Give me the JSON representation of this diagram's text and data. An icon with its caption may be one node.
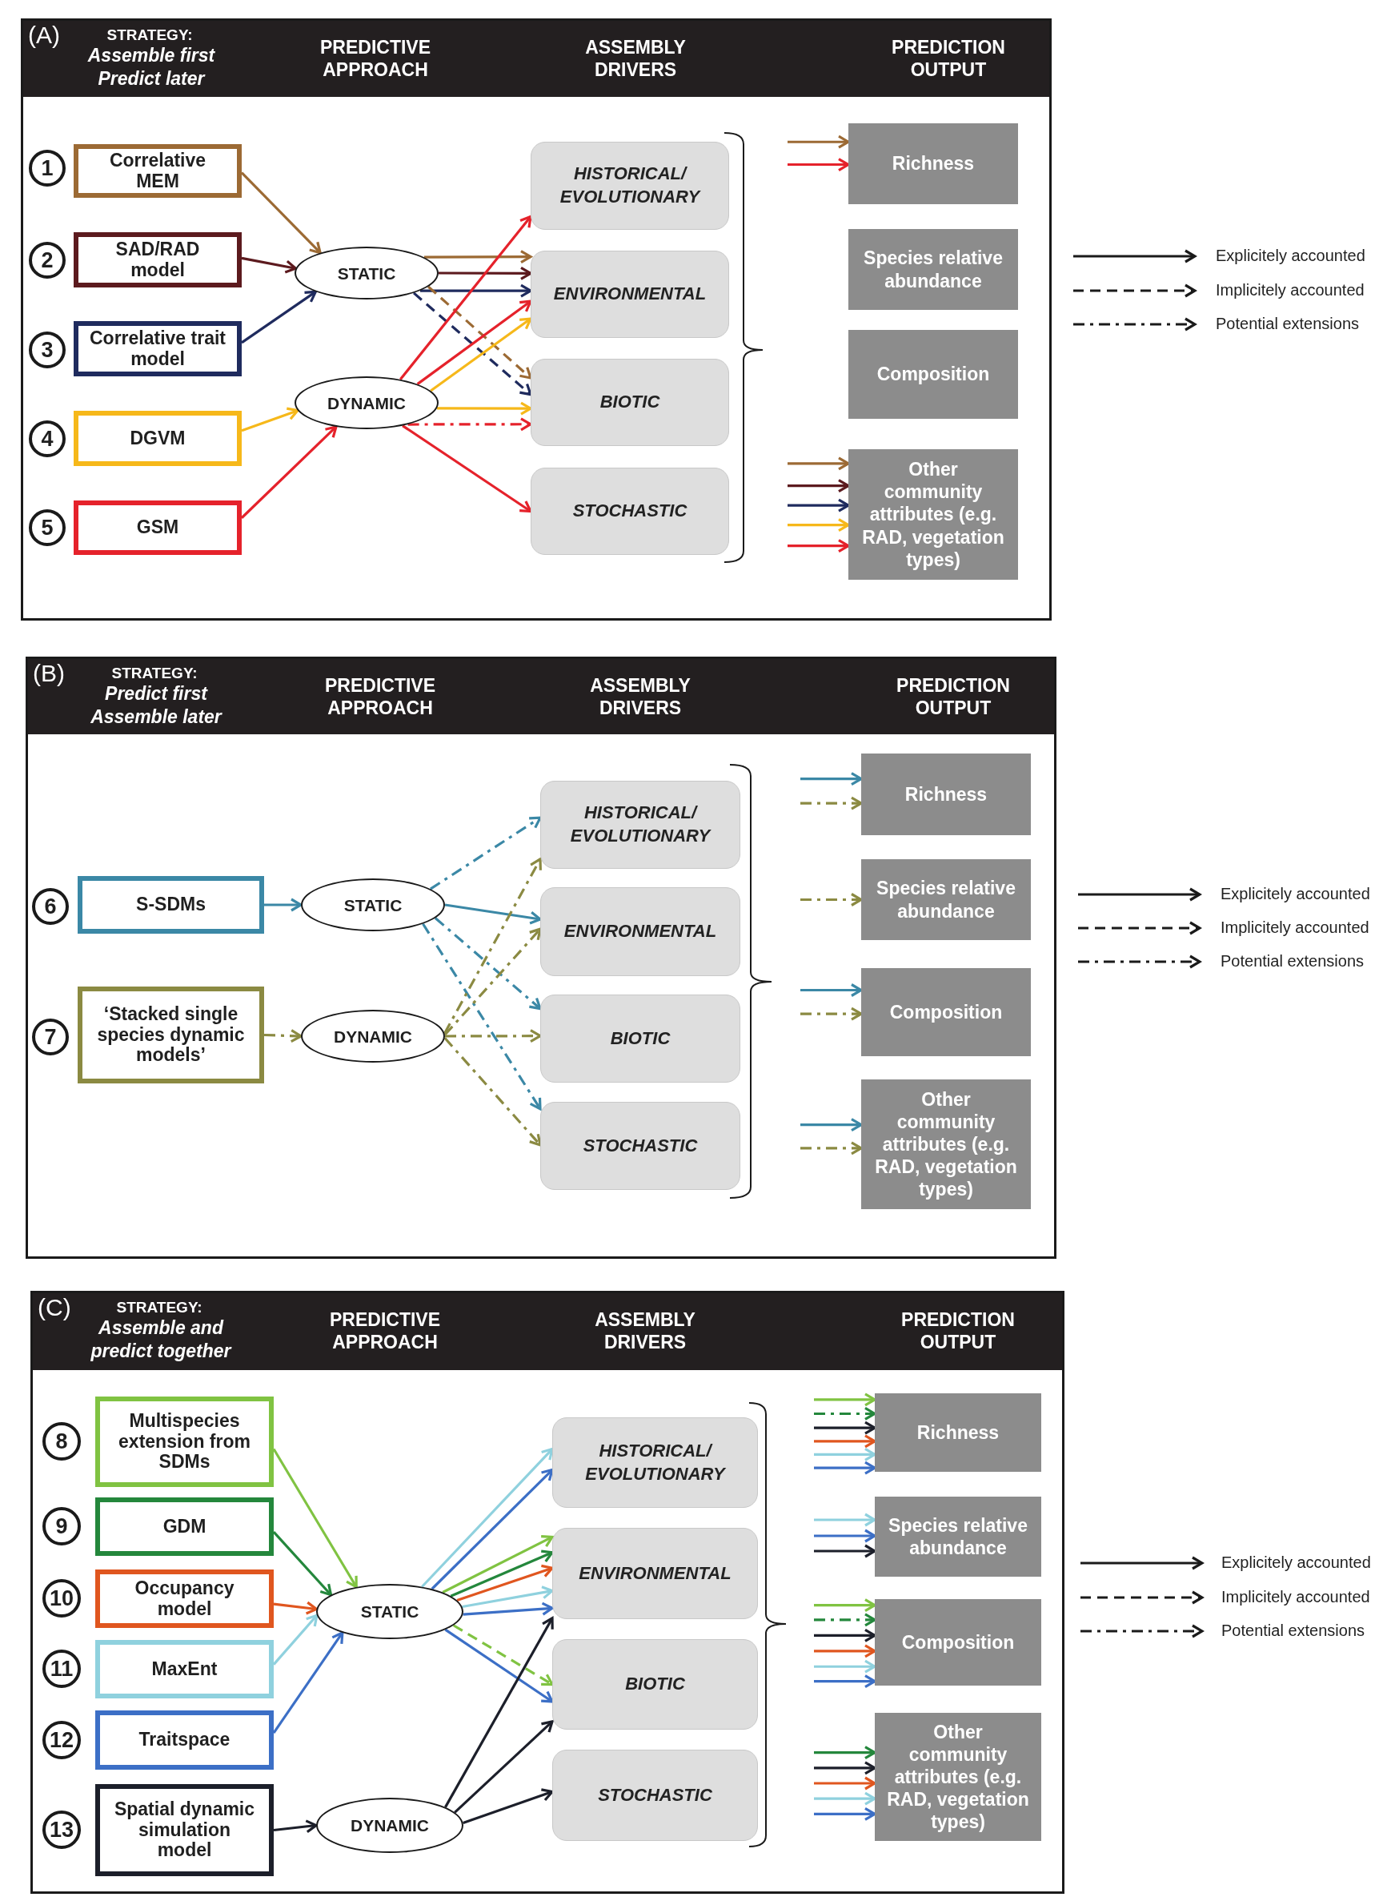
{
  "diagram": {
    "nodes": [
      {
        "text": [],
        "shape": "box"
      },
      {
        "text": [
          "(A)",
          "STRATEGY:",
          "Assemble first Predict later",
          "PREDICTIVE APPROACH",
          "ASSEMBLY DRIVERS",
          "PREDICTION OUTPUT"
        ],
        "in": 0
      },
      {
        "text": [
          "1"
        ],
        "in": 0
      },
      {
        "text": [
          "Correlative MEM"
        ],
        "in": 0
      },
      {
        "text": [
          "2"
        ],
        "in": 0
      },
      {
        "text": [
          "SAD/RAD model"
        ],
        "in": 0
      },
      {
        "text": [
          "3"
        ],
        "in": 0
      },
      {
        "text": [
          "Correlative trait model"
        ],
        "in": 0
      },
      {
        "text": [
          "4"
        ],
        "in": 0
      },
      {
        "text": [
          "DGVM"
        ],
        "in": 0
      },
      {
        "text": [
          "5"
        ],
        "in": 0
      },
      {
        "text": [
          "GSM"
        ],
        "in": 0
      },
      {
        "text": [
          "STATIC"
        ],
        "in": 0
      },
      {
        "text": [
          "DYNAMIC"
        ],
        "in": 0
      },
      {
        "text": [
          "HISTORICAL/ EVOLUTIONARY"
        ],
        "in": 0
      },
      {
        "text": [
          "ENVIRONMENTAL"
        ],
        "in": 0
      },
      {
        "text": [
          "BIOTIC"
        ],
        "in": 0
      },
      {
        "text": [
          "STOCHASTIC"
        ],
        "in": 0
      },
      {
        "text": [
          "Richness"
        ],
        "in": 0
      },
      {
        "text": [
          "Species relative abundance"
        ],
        "in": 0
      },
      {
        "text": [
          "Composition"
        ],
        "in": 0
      },
      {
        "text": [
          "Other community attributes (e.g. RAD, vegetation types)"
        ],
        "in": 0
      },
      {
        "text": [],
        "shape": "box"
      },
      {
        "text": [
          "(B)",
          "STRATEGY:",
          "Predict first Assemble later",
          "PREDICTIVE APPROACH",
          "ASSEMBLY DRIVERS",
          "PREDICTION OUTPUT"
        ],
        "in": 22
      },
      {
        "text": [
          "6"
        ],
        "in": 22
      },
      {
        "text": [
          "S-SDMs"
        ],
        "in": 22
      },
      {
        "text": [
          "7"
        ],
        "in": 22
      },
      {
        "text": [
          "‘Stacked single species dynamic models’"
        ],
        "in": 22
      },
      {
        "text": [
          "STATIC"
        ],
        "in": 22
      },
      {
        "text": [
          "DYNAMIC"
        ],
        "in": 22
      },
      {
        "text": [
          "HISTORICAL/ EVOLUTIONARY"
        ],
        "in": 22
      },
      {
        "text": [
          "ENVIRONMENTAL"
        ],
        "in": 22
      },
      {
        "text": [
          "BIOTIC"
        ],
        "in": 22
      },
      {
        "text": [
          "STOCHASTIC"
        ],
        "in": 22
      },
      {
        "text": [
          "Richness"
        ],
        "in": 22
      },
      {
        "text": [
          "Species relative abundance"
        ],
        "in": 22
      },
      {
        "text": [
          "Composition"
        ],
        "in": 22
      },
      {
        "text": [
          "Other community attributes (e.g. RAD, vegetation types)"
        ],
        "in": 22
      },
      {
        "text": [],
        "shape": "box"
      },
      {
        "text": [
          "(C)",
          "STRATEGY:",
          "Assemble and predict together",
          "PREDICTIVE APPROACH",
          "ASSEMBLY DRIVERS",
          "PREDICTION OUTPUT"
        ],
        "in": 38
      },
      {
        "text": [
          "8"
        ],
        "in": 38
      },
      {
        "text": [
          "Multispecies extension from SDMs"
        ],
        "in": 38
      },
      {
        "text": [
          "9"
        ],
        "in": 38
      },
      {
        "text": [
          "GDM"
        ],
        "in": 38
      },
      {
        "text": [
          "10"
        ],
        "in": 38
      },
      {
        "text": [
          "Occupancy model"
        ],
        "in": 38
      },
      {
        "text": [
          "11"
        ],
        "in": 38
      },
      {
        "text": [
          "MaxEnt"
        ],
        "in": 38
      },
      {
        "text": [
          "12"
        ],
        "in": 38
      },
      {
        "text": [
          "Traitspace"
        ],
        "in": 38
      },
      {
        "text": [
          "13"
        ],
        "in": 38
      },
      {
        "text": [
          "Spatial dynamic simulation model"
        ],
        "in": 38
      },
      {
        "text": [
          "STATIC"
        ],
        "in": 38
      },
      {
        "text": [
          "DYNAMIC"
        ],
        "in": 38
      },
      {
        "text": [
          "HISTORICAL/ EVOLUTIONARY"
        ],
        "in": 38
      },
      {
        "text": [
          "ENVIRONMENTAL"
        ],
        "in": 38
      },
      {
        "text": [
          "BIOTIC"
        ],
        "in": 38
      },
      {
        "text": [
          "STOCHASTIC"
        ],
        "in": 38
      },
      {
        "text": [
          "Richness"
        ],
        "in": 38
      },
      {
        "text": [
          "Species relative abundance"
        ],
        "in": 38
      },
      {
        "text": [
          "Composition"
        ],
        "in": 38
      },
      {
        "text": [
          "Other community attributes (e.g. RAD, vegetation types)"
        ],
        "in": 38
      }
    ],
    "edges": [
      {
        "from": 3,
        "to": 12,
        "arrow": "to",
        "color": "#9c6a34"
      },
      {
        "from": 5,
        "to": 12,
        "arrow": "to",
        "color": "#5c1a1e"
      },
      {
        "from": 7,
        "to": 12,
        "arrow": "to",
        "color": "#1f2b5e"
      },
      {
        "from": 9,
        "to": 13,
        "arrow": "to",
        "color": "#f6b81a"
      },
      {
        "from": 11,
        "to": 13,
        "arrow": "to",
        "color": "#e5222b"
      },
      {
        "from": 12,
        "to": 15,
        "arrow": "to",
        "color": "#9c6a34"
      },
      {
        "from": 12,
        "to": 15,
        "arrow": "to",
        "color": "#5c1a1e"
      },
      {
        "from": 12,
        "to": 15,
        "arrow": "to",
        "color": "#1f2b5e"
      },
      {
        "from": 12,
        "to": 16,
        "arrow": "to",
        "style": "dashed",
        "color": "#9c6a34"
      },
      {
        "from": 12,
        "to": 16,
        "arrow": "to",
        "style": "dashed",
        "color": "#1f2b5e"
      },
      {
        "from": 13,
        "to": 14,
        "arrow": "to",
        "color": "#e5222b"
      },
      {
        "from": 13,
        "to": 15,
        "arrow": "to",
        "color": "#e5222b"
      },
      {
        "from": 13,
        "to": 15,
        "arrow": "to",
        "color": "#f6b81a"
      },
      {
        "from": 13,
        "to": 16,
        "arrow": "to",
        "color": "#f6b81a"
      },
      {
        "from": 13,
        "to": 16,
        "arrow": "to",
        "style": "dashed",
        "color": "#e5222b"
      },
      {
        "from": 13,
        "to": 17,
        "arrow": "to",
        "color": "#e5222b"
      },
      {
        "from": null,
        "to": 18,
        "arrow": "to",
        "color": "#9c6a34"
      },
      {
        "from": null,
        "to": 18,
        "arrow": "to",
        "color": "#e5222b"
      },
      {
        "from": null,
        "to": 21,
        "arrow": "to",
        "color": "#9c6a34"
      },
      {
        "from": null,
        "to": 21,
        "arrow": "to",
        "color": "#5c1a1e"
      },
      {
        "from": null,
        "to": 21,
        "arrow": "to",
        "color": "#1f2b5e"
      },
      {
        "from": null,
        "to": 21,
        "arrow": "to",
        "color": "#f6b81a"
      },
      {
        "from": null,
        "to": 21,
        "arrow": "to",
        "color": "#e5222b"
      },
      {
        "from": 25,
        "to": 28,
        "arrow": "to",
        "color": "#3b88a6"
      },
      {
        "from": 27,
        "to": 29,
        "arrow": "to",
        "style": "dashed",
        "color": "#8b8a42"
      },
      {
        "from": 28,
        "to": 30,
        "arrow": "to",
        "style": "dashed",
        "color": "#3b88a6"
      },
      {
        "from": 28,
        "to": 31,
        "arrow": "to",
        "color": "#3b88a6"
      },
      {
        "from": 28,
        "to": 32,
        "arrow": "to",
        "style": "dashed",
        "color": "#3b88a6"
      },
      {
        "from": 28,
        "to": 33,
        "arrow": "to",
        "style": "dashed",
        "color": "#3b88a6"
      },
      {
        "from": 29,
        "to": 30,
        "arrow": "to",
        "style": "dashed",
        "color": "#8b8a42"
      },
      {
        "from": 29,
        "to": 31,
        "arrow": "to",
        "style": "dashed",
        "color": "#8b8a42"
      },
      {
        "from": 29,
        "to": 32,
        "arrow": "to",
        "style": "dashed",
        "color": "#8b8a42"
      },
      {
        "from": 29,
        "to": 33,
        "arrow": "to",
        "style": "dashed",
        "color": "#8b8a42"
      },
      {
        "from": null,
        "to": 34,
        "arrow": "to",
        "color": "#3b88a6"
      },
      {
        "from": null,
        "to": 34,
        "arrow": "to",
        "style": "dashed",
        "color": "#8b8a42"
      },
      {
        "from": null,
        "to": 35,
        "arrow": "to",
        "style": "dashed",
        "color": "#8b8a42"
      },
      {
        "from": null,
        "to": 36,
        "arrow": "to",
        "color": "#3b88a6"
      },
      {
        "from": null,
        "to": 36,
        "arrow": "to",
        "style": "dashed",
        "color": "#8b8a42"
      },
      {
        "from": null,
        "to": 37,
        "arrow": "to",
        "color": "#3b88a6"
      },
      {
        "from": null,
        "to": 37,
        "arrow": "to",
        "style": "dashed",
        "color": "#8b8a42"
      },
      {
        "from": 41,
        "to": 52,
        "arrow": "to",
        "color": "#80c342"
      },
      {
        "from": 43,
        "to": 52,
        "arrow": "to",
        "color": "#24873c"
      },
      {
        "from": 45,
        "to": 52,
        "arrow": "to",
        "color": "#e0561f"
      },
      {
        "from": 47,
        "to": 52,
        "arrow": "to",
        "color": "#8fd1de"
      },
      {
        "from": 49,
        "to": 52,
        "arrow": "to",
        "color": "#3c6fc6"
      },
      {
        "from": 51,
        "to": 53,
        "arrow": "to",
        "color": "#1c1f2a"
      },
      {
        "from": 52,
        "to": 54,
        "arrow": "to",
        "color": "#8fd1de"
      },
      {
        "from": 52,
        "to": 54,
        "arrow": "to",
        "color": "#3c6fc6"
      },
      {
        "from": 52,
        "to": 55,
        "arrow": "to",
        "color": "#80c342"
      },
      {
        "from": 52,
        "to": 55,
        "arrow": "to",
        "color": "#24873c"
      },
      {
        "from": 52,
        "to": 55,
        "arrow": "to",
        "color": "#e0561f"
      },
      {
        "from": 52,
        "to": 55,
        "arrow": "to",
        "color": "#8fd1de"
      },
      {
        "from": 52,
        "to": 55,
        "arrow": "to",
        "color": "#3c6fc6"
      },
      {
        "from": 52,
        "to": 56,
        "arrow": "to",
        "style": "dashed",
        "color": "#80c342"
      },
      {
        "from": 52,
        "to": 56,
        "arrow": "to",
        "color": "#3c6fc6"
      },
      {
        "from": 53,
        "to": 55,
        "arrow": "to",
        "color": "#1c1f2a"
      },
      {
        "from": 53,
        "to": 56,
        "arrow": "to",
        "color": "#1c1f2a"
      },
      {
        "from": 53,
        "to": 57,
        "arrow": "to",
        "color": "#1c1f2a"
      },
      {
        "from": null,
        "to": 58,
        "arrow": "to",
        "color": "#80c342"
      },
      {
        "from": null,
        "to": 58,
        "arrow": "to",
        "style": "dashed",
        "color": "#24873c"
      },
      {
        "from": null,
        "to": 58,
        "arrow": "to",
        "color": "#1c1f2a"
      },
      {
        "from": null,
        "to": 58,
        "arrow": "to",
        "color": "#e0561f"
      },
      {
        "from": null,
        "to": 58,
        "arrow": "to",
        "color": "#8fd1de"
      },
      {
        "from": null,
        "to": 58,
        "arrow": "to",
        "color": "#3c6fc6"
      },
      {
        "from": null,
        "to": 59,
        "arrow": "to",
        "color": "#8fd1de"
      },
      {
        "from": null,
        "to": 59,
        "arrow": "to",
        "color": "#3c6fc6"
      },
      {
        "from": null,
        "to": 59,
        "arrow": "to",
        "color": "#1c1f2a"
      },
      {
        "from": null,
        "to": 60,
        "arrow": "to",
        "color": "#80c342"
      },
      {
        "from": null,
        "to": 60,
        "arrow": "to",
        "style": "dashed",
        "color": "#24873c"
      },
      {
        "from": null,
        "to": 60,
        "arrow": "to",
        "color": "#1c1f2a"
      },
      {
        "from": null,
        "to": 60,
        "arrow": "to",
        "color": "#e0561f"
      },
      {
        "from": null,
        "to": 60,
        "arrow": "to",
        "color": "#8fd1de"
      },
      {
        "from": null,
        "to": 60,
        "arrow": "to",
        "color": "#3c6fc6"
      },
      {
        "from": null,
        "to": 61,
        "arrow": "to",
        "color": "#24873c"
      },
      {
        "from": null,
        "to": 61,
        "arrow": "to",
        "color": "#1c1f2a"
      },
      {
        "from": null,
        "to": 61,
        "arrow": "to",
        "color": "#e0561f"
      },
      {
        "from": null,
        "to": 61,
        "arrow": "to",
        "color": "#8fd1de"
      },
      {
        "from": null,
        "to": 61,
        "arrow": "to",
        "color": "#3c6fc6"
      }
    ],
    "legend": [
      {
        "text": "Explicitely accounted"
      },
      {
        "text": "Implicitely accounted"
      },
      {
        "text": "Potential extensions"
      },
      {
        "text": "Explicitely accounted"
      },
      {
        "text": "Implicitely accounted"
      },
      {
        "text": "Potential extensions"
      },
      {
        "text": "Explicitely accounted"
      },
      {
        "text": "Implicitely accounted"
      },
      {
        "text": "Potential extensions"
      }
    ]
  }
}
